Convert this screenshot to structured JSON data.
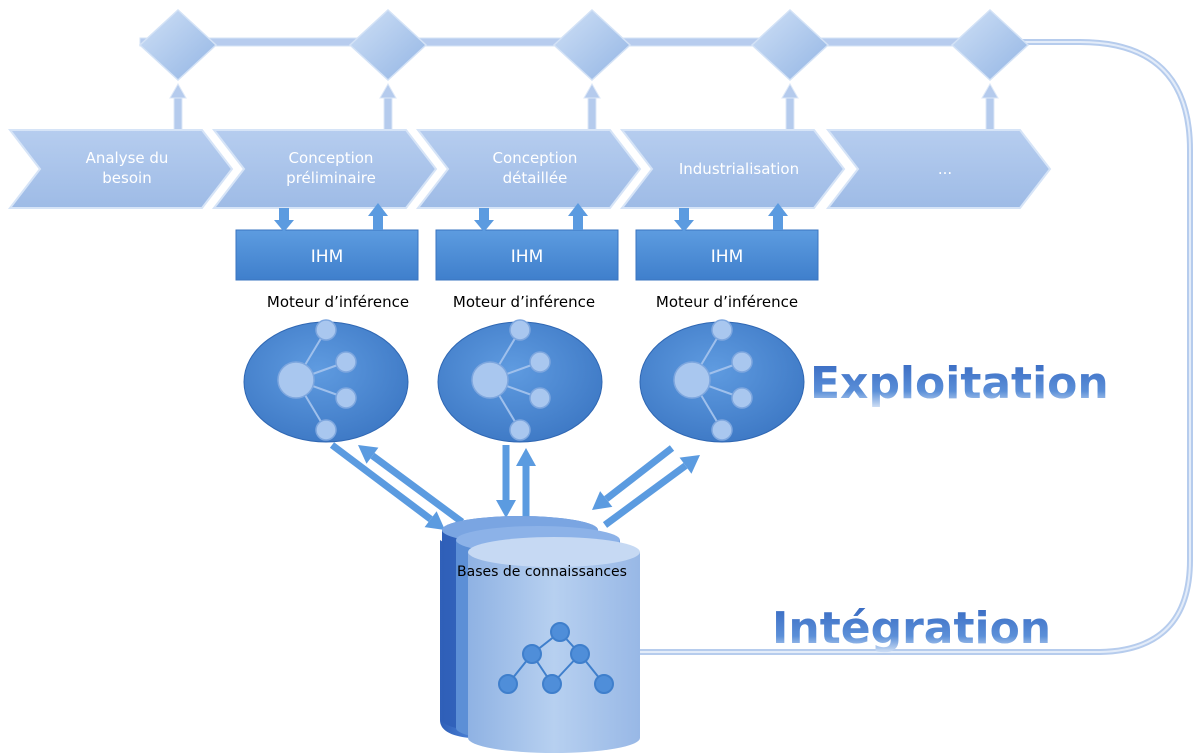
{
  "phases": [
    {
      "lines": [
        "Analyse du",
        "besoin"
      ]
    },
    {
      "lines": [
        "Conception",
        "préliminaire"
      ]
    },
    {
      "lines": [
        "Conception",
        "détaillée"
      ]
    },
    {
      "lines": [
        "Industrialisation"
      ]
    },
    {
      "lines": [
        "..."
      ]
    }
  ],
  "ihm": [
    "IHM",
    "IHM",
    "IHM"
  ],
  "engines": [
    "Moteur d’inférence",
    "Moteur d’inférence",
    "Moteur d’inférence"
  ],
  "database": {
    "label": "Bases de connaissances"
  },
  "labels": {
    "exploitation": "Exploitation",
    "integration": "Intégration"
  },
  "colors": {
    "chevron": "#a9c4ea",
    "chevron_edge": "#c7d9f2",
    "ihm_box": "#4f8fd6",
    "node": "#3f7fcc",
    "node_circle": "#a8c6ef",
    "arrow": "#5b9be0",
    "pipe": "#b9cfee",
    "db_back": "#3e6fc7",
    "db_front": "#a4c3ea",
    "title": "#3b6fc4"
  }
}
